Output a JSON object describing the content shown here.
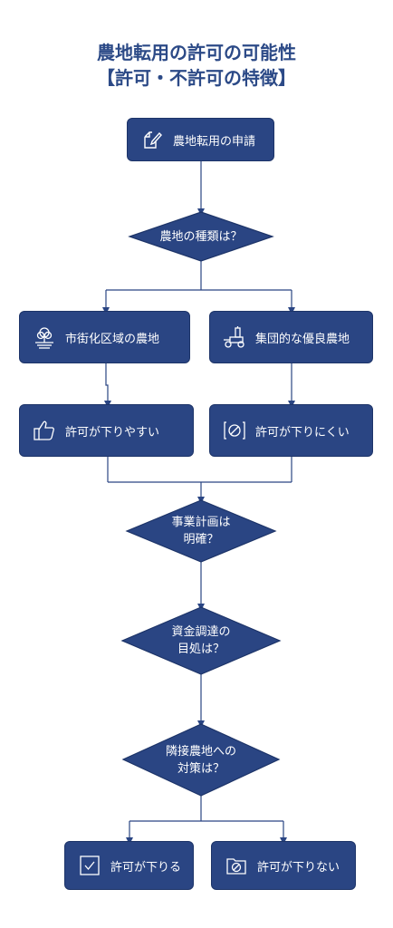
{
  "title": {
    "line1": "農地転用の許可の可能性",
    "line2": "【許可・不許可の特徴】"
  },
  "nodes": {
    "application": {
      "label": "農地転用の申請",
      "icon": "edit-document-icon"
    },
    "farmland_type": {
      "label": "農地の種類は？"
    },
    "urbanization_area": {
      "label": "市街化区域の農地",
      "icon": "tree-field-icon"
    },
    "prime_farmland": {
      "label": "集団的な優良農地",
      "icon": "tractor-icon"
    },
    "easy_permit": {
      "label": "許可が下りやすい",
      "icon": "thumbs-up-icon"
    },
    "hard_permit": {
      "label": "許可が下りにくい",
      "icon": "prohibited-icon"
    },
    "business_plan": {
      "line1": "事業計画は",
      "line2": "明確？"
    },
    "funding": {
      "line1": "資金調達の",
      "line2": "目処は？"
    },
    "neighbors": {
      "line1": "隣接農地への",
      "line2": "対策は？"
    },
    "approved": {
      "label": "許可が下りる",
      "icon": "checkbox-icon"
    },
    "denied": {
      "label": "許可が下りない",
      "icon": "prohibited-folder-icon"
    }
  },
  "colors": {
    "node_fill": "#2a4583",
    "title": "#2c4a87",
    "connector": "#2a4583"
  }
}
